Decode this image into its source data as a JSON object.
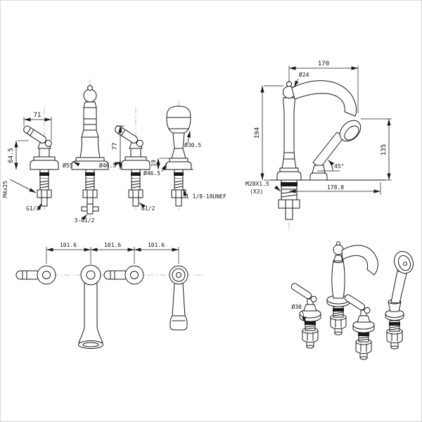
{
  "drawing": {
    "background": "#ffffff",
    "line_color": "#1a1a1a",
    "description": "Four-hole roman bathtub faucet with hand shower - dimensioned technical drawing, four views"
  },
  "front_view": {
    "handle_span": "71",
    "handle_height": "64.5",
    "set_screw": "M4x25",
    "spout_base_dia": "Ø55",
    "handle_base_dia": "Ø46.5",
    "handle2_height": "77",
    "cradle_height": "19",
    "spray_head_dia": "Ø30.5",
    "shower_base_dia": "Ø46.5",
    "left_thread": "G1/2",
    "center_thread": "3-G1/2",
    "right_thread": "G1/2",
    "shower_thread": "1 1/8-18UNEF"
  },
  "side_view": {
    "reach": "170",
    "spout_dia": "Ø24",
    "height": "194",
    "outlet_height": "135",
    "angle": "45°",
    "shank_thread": "M28X1.5",
    "shank_thread_count": "(X3)",
    "total_reach": "178.8"
  },
  "top_view": {
    "spacing_1": "101.6",
    "spacing_2": "101.6",
    "spacing_3": "101.6"
  },
  "iso_view": {
    "shank_dia": "Ø30"
  }
}
